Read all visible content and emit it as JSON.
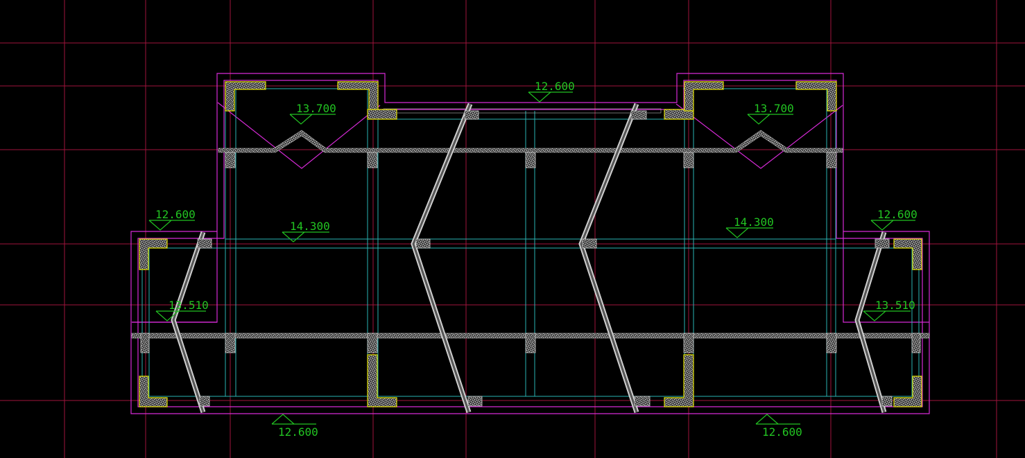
{
  "colors": {
    "background": "#000000",
    "grid": "#a0143c",
    "outline": "#d62ad6",
    "beam": "#2ab4b4",
    "column_edge": "#e0e000",
    "elevation": "#22c422",
    "fill": "#d8d8d8"
  },
  "elevations": [
    {
      "id": "roof-center",
      "label": "12.600"
    },
    {
      "id": "left-bay",
      "label": "13.700"
    },
    {
      "id": "right-bay",
      "label": "13.700"
    },
    {
      "id": "left-wing",
      "label": "12.600"
    },
    {
      "id": "right-wing",
      "label": "12.600"
    },
    {
      "id": "mid-left",
      "label": "14.300"
    },
    {
      "id": "mid-right",
      "label": "14.300"
    },
    {
      "id": "left-wing-lower",
      "label": "13.510"
    },
    {
      "id": "right-wing-lower",
      "label": "13.510"
    },
    {
      "id": "bottom-left",
      "label": "12.600"
    },
    {
      "id": "bottom-right",
      "label": "12.600"
    }
  ]
}
